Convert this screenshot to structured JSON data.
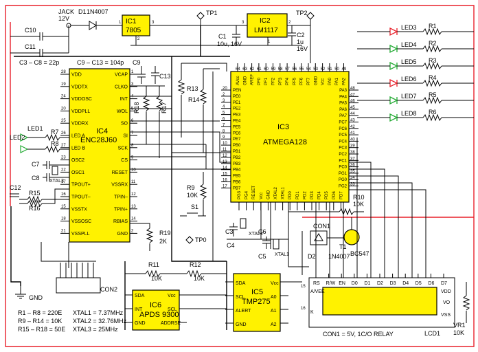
{
  "colors": {
    "rail": "#e8202a",
    "chip": "#fff200",
    "wire": "#000000",
    "led_red": "#e8202a",
    "led_green": "#22aa33"
  },
  "power": {
    "jack": "JACK",
    "jack_v": "12V",
    "d1": "D1",
    "d1_part": "1N4007",
    "ic1": "IC1",
    "ic1_part": "7805",
    "ic2": "IC2",
    "ic2_part": "LM1117",
    "tp1": "TP1",
    "tp2": "TP2",
    "c10": "C10",
    "c11": "C11",
    "c1": "C1",
    "c1_val": "10u, 16V",
    "c2": "C2",
    "c2_val1": "1u",
    "c2_val2": "16V",
    "caps_note1": "C3 – C8 = 22p",
    "caps_note2": "C9 – C13 = 104p"
  },
  "ic4": {
    "ref": "IC4",
    "part": "ENC28J60",
    "left_pins": [
      {
        "num": "28",
        "name": "VDD"
      },
      {
        "num": "19",
        "name": "VDDTX"
      },
      {
        "num": "24",
        "name": "VDDOSC"
      },
      {
        "num": "20",
        "name": "VDDPLL"
      },
      {
        "num": "25",
        "name": "VDDRX"
      },
      {
        "num": "26",
        "name": "LED A"
      },
      {
        "num": "27",
        "name": "LED B"
      },
      {
        "num": "23",
        "name": "OSC2"
      },
      {
        "num": "22",
        "name": "OSC1"
      },
      {
        "num": "17",
        "name": "TPOUT+"
      },
      {
        "num": "16",
        "name": "TPOUT–"
      },
      {
        "num": "15",
        "name": "VSSTX"
      },
      {
        "num": "18",
        "name": "VSSOSC"
      },
      {
        "num": "21",
        "name": "VSSPLL"
      }
    ],
    "right_pins": [
      {
        "num": "1",
        "name": "VCAP"
      },
      {
        "num": "3",
        "name": "CLKO"
      },
      {
        "num": "4",
        "name": "INT"
      },
      {
        "num": "5",
        "name": "WOL"
      },
      {
        "num": "6",
        "name": "SO"
      },
      {
        "num": "7",
        "name": "SI"
      },
      {
        "num": "8",
        "name": "SCK"
      },
      {
        "num": "9",
        "name": "CS"
      },
      {
        "num": "10",
        "name": "RESET"
      },
      {
        "num": "11",
        "name": "VSSRX"
      },
      {
        "num": "12",
        "name": "TPIN–"
      },
      {
        "num": "13",
        "name": "TPIN+"
      },
      {
        "num": "14",
        "name": "RBIAS"
      },
      {
        "num": "2",
        "name": "GND"
      }
    ]
  },
  "ic3": {
    "ref": "IC3",
    "part": "ATMEGA128",
    "top_pins": [
      {
        "num": "64",
        "name": "AVcc"
      },
      {
        "num": "63",
        "name": "GND"
      },
      {
        "num": "62",
        "name": "AREF"
      },
      {
        "num": "61",
        "name": "PF0"
      },
      {
        "num": "60",
        "name": "PF1"
      },
      {
        "num": "59",
        "name": "PF2"
      },
      {
        "num": "58",
        "name": "PF3"
      },
      {
        "num": "57",
        "name": "PF4"
      },
      {
        "num": "56",
        "name": "PF5"
      },
      {
        "num": "55",
        "name": "PF6"
      },
      {
        "num": "54",
        "name": "PF7"
      },
      {
        "num": "53",
        "name": "GND"
      },
      {
        "num": "52",
        "name": "Vcc"
      },
      {
        "num": "51",
        "name": "PA0"
      },
      {
        "num": "50",
        "name": "PA1"
      },
      {
        "num": "49",
        "name": "PA2"
      }
    ],
    "left_pins": [
      {
        "num": "20",
        "name": "PEN"
      },
      {
        "num": "2",
        "name": "PE0"
      },
      {
        "num": "3",
        "name": "PE1"
      },
      {
        "num": "4",
        "name": "PE2"
      },
      {
        "num": "5",
        "name": "PE3"
      },
      {
        "num": "6",
        "name": "PE4"
      },
      {
        "num": "7",
        "name": "PE5"
      },
      {
        "num": "8",
        "name": "PE6"
      },
      {
        "num": "9",
        "name": "PE7"
      },
      {
        "num": "10",
        "name": "PB0"
      },
      {
        "num": "11",
        "name": "PB1"
      },
      {
        "num": "12",
        "name": "PB2"
      },
      {
        "num": "13",
        "name": "PB3"
      },
      {
        "num": "14",
        "name": "PB4"
      },
      {
        "num": "15",
        "name": "PB5"
      },
      {
        "num": "16",
        "name": "PB6"
      },
      {
        "num": "17",
        "name": "PB7"
      }
    ],
    "right_pins": [
      {
        "num": "48",
        "name": "PA3"
      },
      {
        "num": "47",
        "name": "PA4"
      },
      {
        "num": "46",
        "name": "PA5"
      },
      {
        "num": "45",
        "name": "PA6"
      },
      {
        "num": "44",
        "name": "PA7"
      },
      {
        "num": "43",
        "name": "PC7"
      },
      {
        "num": "42",
        "name": "PC6"
      },
      {
        "num": "41",
        "name": "PC5"
      },
      {
        "num": "40",
        "name": "PC4"
      },
      {
        "num": "39",
        "name": "PC3"
      },
      {
        "num": "38",
        "name": "PC2"
      },
      {
        "num": "37",
        "name": "PC1"
      },
      {
        "num": "36",
        "name": "PC0"
      },
      {
        "num": "35",
        "name": "PG1"
      },
      {
        "num": "34",
        "name": "PG0"
      },
      {
        "num": "33",
        "name": "PG2"
      }
    ],
    "bottom_pins": [
      {
        "num": "18",
        "name": "PG3"
      },
      {
        "num": "19",
        "name": "PG4"
      },
      {
        "num": "20",
        "name": "RESET"
      },
      {
        "num": "21",
        "name": "Vcc"
      },
      {
        "num": "22",
        "name": "GND"
      },
      {
        "num": "23",
        "name": "XTAL2"
      },
      {
        "num": "24",
        "name": "XTAL1"
      },
      {
        "num": "25",
        "name": "PD0"
      },
      {
        "num": "26",
        "name": "PD1"
      },
      {
        "num": "27",
        "name": "PD2"
      },
      {
        "num": "28",
        "name": "PD3"
      },
      {
        "num": "29",
        "name": "PD4"
      },
      {
        "num": "30",
        "name": "PD5"
      },
      {
        "num": "31",
        "name": "PD6"
      },
      {
        "num": "32",
        "name": "PD7"
      }
    ]
  },
  "leds": [
    {
      "led": "LED3",
      "res": "R1"
    },
    {
      "led": "LED4",
      "res": "R2"
    },
    {
      "led": "LED5",
      "res": "R3"
    },
    {
      "led": "LED6",
      "res": "R4"
    },
    {
      "led": "LED7",
      "res": "R5"
    },
    {
      "led": "LED8",
      "res": "R6"
    }
  ],
  "ic6": {
    "ref": "IC6",
    "part": "APDS 9300",
    "pins": [
      "SDA",
      "Vcc",
      "INT",
      "SCL",
      "GND",
      "ADDRSE"
    ]
  },
  "ic5": {
    "ref": "IC5",
    "part": "TMP275",
    "pins": [
      "SDA",
      "Vcc",
      "SCL",
      "A0",
      "ALERT",
      "A1",
      "GND",
      "A2"
    ]
  },
  "lcd": {
    "ref": "LCD1",
    "pins": [
      "RS",
      "R/W",
      "EN",
      "D0",
      "D1",
      "D2",
      "D3",
      "D4",
      "D5",
      "D6",
      "D7"
    ],
    "side_pins": [
      "A/VEE",
      "VDD",
      "VO",
      "VSS",
      "K"
    ],
    "pin_nums": [
      "15",
      "16"
    ]
  },
  "misc": {
    "r13": "R13",
    "r14": "R14",
    "r17": "R17",
    "r18": "R18",
    "c9": "C9",
    "c13": "C13",
    "c12": "C12",
    "c7": "C7",
    "c8": "C8",
    "r7": "R7",
    "r8": "R8",
    "r15": "R15",
    "r16": "R16",
    "xtal3": "XTAL3",
    "led1": "LED1",
    "led2": "LED2",
    "r9": "R9",
    "r9_val": "10K",
    "s1": "S1",
    "r10": "R10",
    "r10_val": "10K",
    "r19": "R19",
    "r19_val": "2K",
    "tp0": "TP0",
    "c3": "C3",
    "c4": "C4",
    "c5": "C5",
    "c6": "C6",
    "xtal2": "XTAL2",
    "xtal1": "XTAL1",
    "con1": "CON1",
    "d2": "D2",
    "d2_part": "1N4007",
    "t1": "T1",
    "t1_part": "BC547",
    "con2": "CON2",
    "r11": "R11",
    "r11_val": "10K",
    "r12": "R12",
    "r12_val": "10K",
    "gnd": "GND",
    "vr1": "VR1",
    "vr1_val": "10K"
  },
  "notes": {
    "n1": "R1 – R8 = 220E",
    "n2": "R9 – R14 = 10K",
    "n3": "R15 – R18 = 50E",
    "x1": "XTAL1 = 7.37MHz",
    "x2": "XTAL2 = 32.76MHz",
    "x3": "XTAL3 = 25MHz",
    "con1": "CON1 = 5V, 1C/O RELAY"
  }
}
